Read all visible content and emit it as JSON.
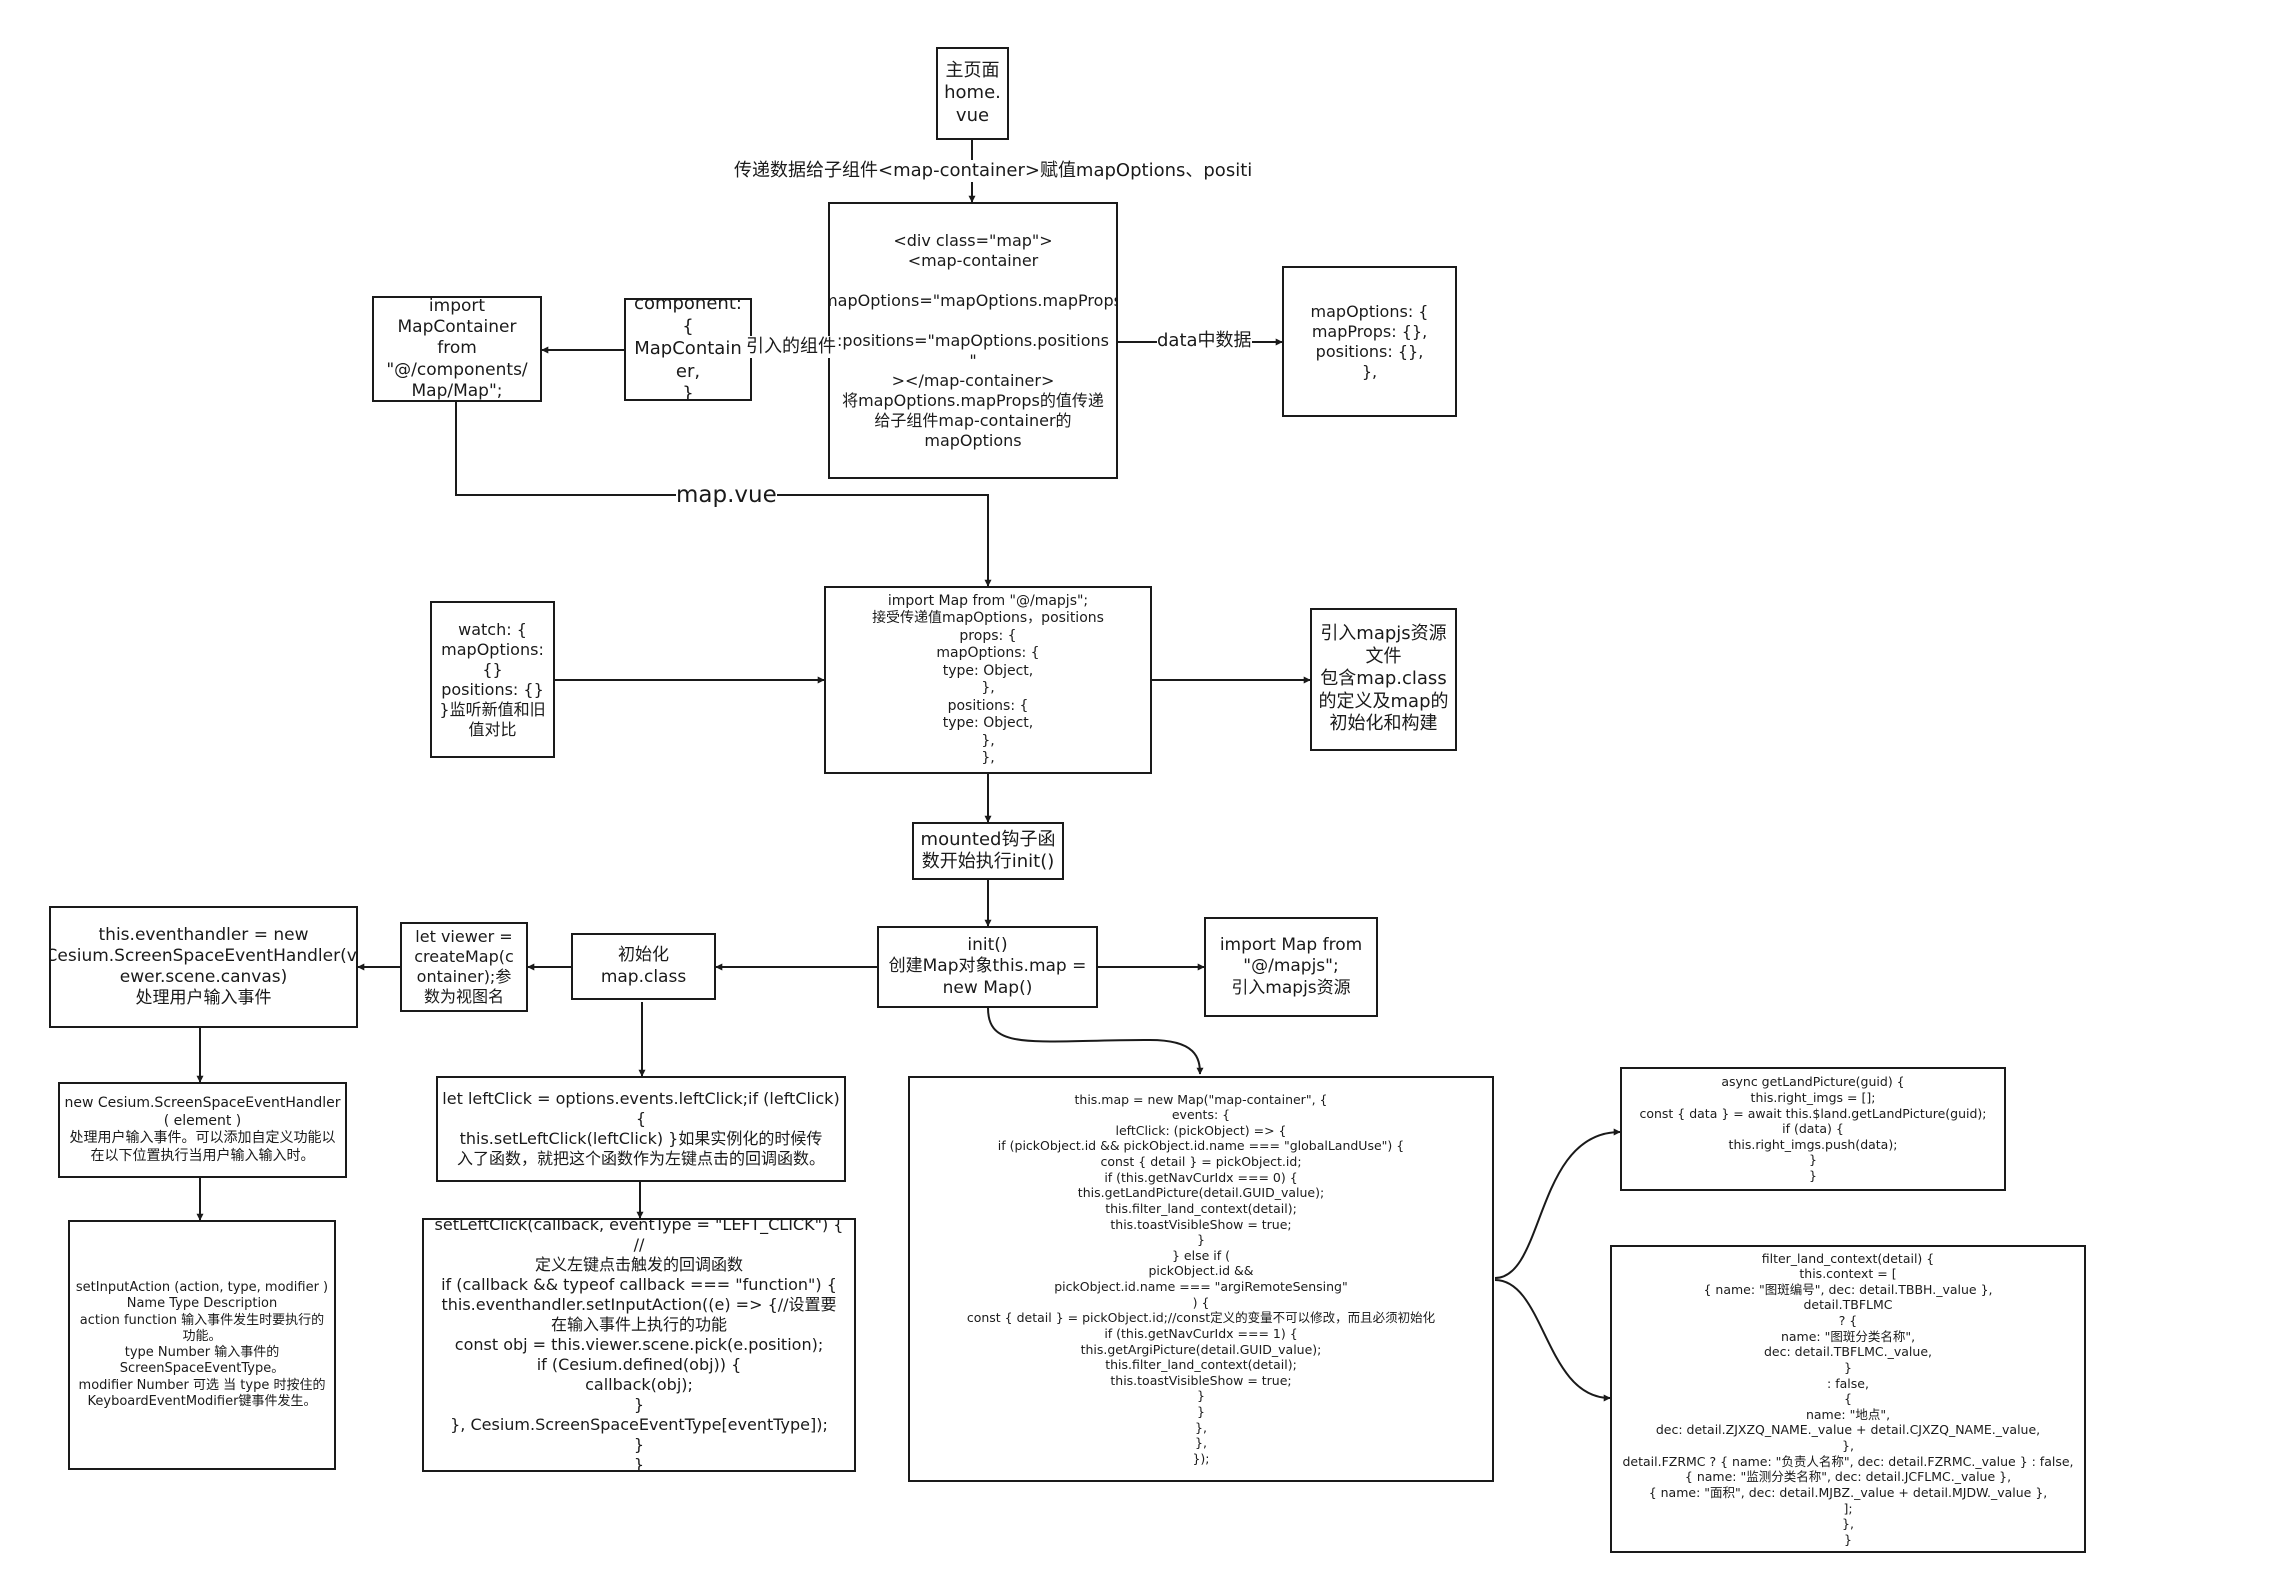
{
  "nodes": {
    "home_vue": "主页面\nhome.\nvue",
    "map_template": "<div class=\"map\">\n<map-container\n\n:mapOptions=\"mapOptions.mapProps\"\n\n:positions=\"mapOptions.positions\n\"\n></map-container>\n将mapOptions.mapProps的值传递\n给子组件map-container的\nmapOptions",
    "data_options": "mapOptions: {\n  mapProps: {},\n  positions: {},\n},",
    "component_decl": "component:{\nMapContain\ner,\n}",
    "import_container": "import\nMapContainer\nfrom\n\"@/components/\nMap/Map\";",
    "watch_box": "watch: {\nmapOptions:\n{}\npositions: {}\n}监听新值和旧\n值对比",
    "map_vue_props": "import Map from \"@/mapjs\";\n接受传递值mapOptions，positions\nprops: {\nmapOptions: {\ntype: Object,\n},\npositions: {\ntype: Object,\n},\n},",
    "mapjs_resource": "引入mapjs资源\n文件\n包含map.class\n的定义及map的\n初始化和构建",
    "mounted_hook": "mounted钩子函\n数开始执行init()",
    "init_fn": "init()\n创建Map对象this.map =\nnew Map()",
    "import_map": "import Map from\n\"@/mapjs\";\n引入mapjs资源",
    "init_map_class": "初始化map.class",
    "let_viewer": "let viewer =\ncreateMap(c\nontainer);参\n数为视图名",
    "event_handler": "this.eventhandler = new\nCesium.ScreenSpaceEventHandler(vi\newer.scene.canvas)\n处理用户输入事件",
    "new_handler": "new Cesium.ScreenSpaceEventHandler\n( element )\n处理用户输入事件。可以添加自定义功能以\n在以下位置执行当用户输入输入时。",
    "set_input_action": "setInputAction (action, type, modifier )\nName Type Description\naction function 输入事件发生时要执行的\n功能。\ntype Number 输入事件的\nScreenSpaceEventType。\nmodifier Number 可选 当 type 时按住的\nKeyboardEventModifier键事件发生。",
    "left_click": "let leftClick = options.events.leftClick;if (leftClick) {\nthis.setLeftClick(leftClick)  }如果实例化的时候传\n入了函数，就把这个函数作为左键点击的回调函数。",
    "set_left_click": "setLeftClick(callback, eventType = \"LEFT_CLICK\") { //\n定义左键点击触发的回调函数\nif (callback && typeof callback === \"function\") {\nthis.eventhandler.setInputAction((e) => {//设置要\n在输入事件上执行的功能\nconst obj = this.viewer.scene.pick(e.position);\nif (Cesium.defined(obj)) {\ncallback(obj);\n}\n}, Cesium.ScreenSpaceEventType[eventType]);\n}\n}",
    "new_map_code": "this.map = new Map(\"map-container\", {\nevents: {\nleftClick: (pickObject) => {\nif (pickObject.id && pickObject.id.name === \"globalLandUse\") {\nconst { detail } = pickObject.id;\nif (this.getNavCurIdx === 0) {\nthis.getLandPicture(detail.GUID_value);\nthis.filter_land_context(detail);\nthis.toastVisibleShow = true;\n}\n} else if (\npickObject.id &&\npickObject.id.name === \"argiRemoteSensing\"\n) {\nconst { detail } = pickObject.id;//const定义的变量不可以修改，而且必须初始化\nif (this.getNavCurIdx === 1) {\nthis.getArgiPicture(detail.GUID_value);\nthis.filter_land_context(detail);\nthis.toastVisibleShow = true;\n}\n}\n},\n},\n});",
    "get_land_picture": "async getLandPicture(guid) {\nthis.right_imgs = [];\nconst { data } = await this.$land.getLandPicture(guid);\nif (data) {\nthis.right_imgs.push(data);\n}\n}",
    "filter_land_context": "filter_land_context(detail) {\nthis.context = [\n{ name: \"图斑编号\", dec: detail.TBBH._value },\ndetail.TBFLMC\n? {\nname: \"图斑分类名称\",\ndec: detail.TBFLMC._value,\n}\n: false,\n{\nname: \"地点\",\ndec: detail.ZJXZQ_NAME._value + detail.CJXZQ_NAME._value,\n},\ndetail.FZRMC ? { name: \"负责人名称\", dec: detail.FZRMC._value } : false,\n{ name: \"监测分类名称\", dec: detail.JCFLMC._value },\n{ name: \"面积\", dec: detail.MJBZ._value + detail.MJDW._value },\n];\n},\n}"
  },
  "edge_labels": {
    "pass_data": "传递数据给子组件<map-container>赋值mapOptions、positi",
    "imported_component": "引入的组件",
    "data_in": "data中数据",
    "map_vue": "map.vue"
  }
}
